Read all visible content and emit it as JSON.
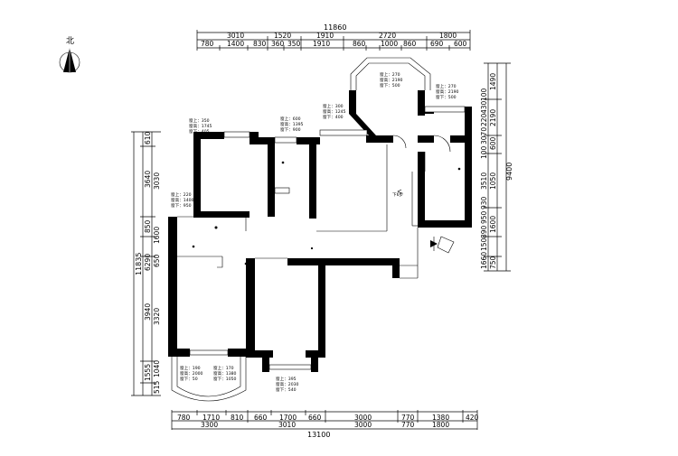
{
  "north": {
    "label": "北"
  },
  "dims": {
    "top_total": "11860",
    "top_row1": [
      "3010",
      "1520",
      "1910",
      "2720",
      "1800"
    ],
    "top_row2": [
      "780",
      "1400",
      "830",
      "360",
      "350",
      "1910",
      "860",
      "1000",
      "860",
      "690",
      "600"
    ],
    "bottom_row1": [
      "780",
      "1710",
      "810",
      "660",
      "1700",
      "660",
      "3000",
      "770",
      "1380",
      "420"
    ],
    "bottom_row2": [
      "3300",
      "3010",
      "3000",
      "770",
      "1800"
    ],
    "bottom_total": "13100",
    "left_row1": [
      "610",
      "3640",
      "850",
      "6290",
      "3940",
      "1555"
    ],
    "left_row2": [
      "3030",
      "1600",
      "650",
      "3320",
      "1040",
      "515"
    ],
    "left_total": "11835",
    "right_row1": [
      "1490",
      "2190",
      "600",
      "1050",
      "1600",
      "750"
    ],
    "right_row2": [
      "100",
      "430",
      "220",
      "3070",
      "100",
      "3510",
      "930",
      "950",
      "890",
      "150",
      "1660"
    ],
    "right_total": "9400"
  },
  "windows": [
    {
      "id": "w1",
      "lines": [
        "窗上：350",
        "窗高：1745",
        "窗下：405"
      ]
    },
    {
      "id": "w2",
      "lines": [
        "窗上：600",
        "窗高：1395",
        "窗下：900"
      ]
    },
    {
      "id": "w3",
      "lines": [
        "窗上：300",
        "窗高：1245",
        "窗下：400"
      ]
    },
    {
      "id": "w4",
      "lines": [
        "窗上：270",
        "窗高：2190",
        "窗下：500"
      ]
    },
    {
      "id": "w5",
      "lines": [
        "窗上：270",
        "窗高：2190",
        "窗下：500"
      ]
    },
    {
      "id": "w6",
      "lines": [
        "窗上：220",
        "窗高：1400",
        "窗下：950"
      ]
    },
    {
      "id": "w7",
      "lines": [
        "窗上：190",
        "窗高：2000",
        "窗下：50"
      ]
    },
    {
      "id": "w8",
      "lines": [
        "窗上：170",
        "窗高：1380",
        "窗下：1050"
      ]
    },
    {
      "id": "w9",
      "lines": [
        "窗上：395",
        "窗高：2030",
        "窗下：540"
      ]
    }
  ],
  "stair_label": "下6步"
}
